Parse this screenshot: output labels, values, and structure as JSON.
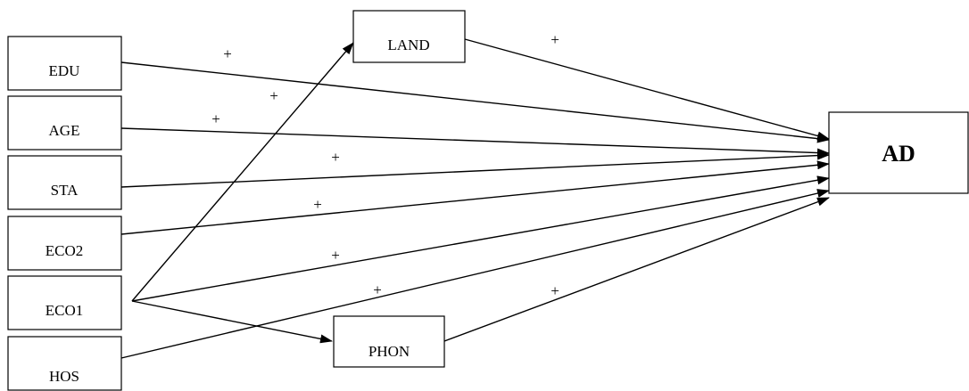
{
  "diagram": {
    "colors": {
      "line": "#000000",
      "box_fill": "#ffffff"
    },
    "nodes": {
      "edu": "EDU",
      "age": "AGE",
      "sta": "STA",
      "eco2": "ECO2",
      "eco1": "ECO1",
      "hos": "HOS",
      "land": "LAND",
      "phon": "PHON",
      "ad": "AD"
    },
    "edges": [
      {
        "from": "EDU",
        "to": "AD",
        "sign": "+"
      },
      {
        "from": "AGE",
        "to": "AD",
        "sign": "+"
      },
      {
        "from": "STA",
        "to": "AD",
        "sign": "+"
      },
      {
        "from": "ECO2",
        "to": "AD",
        "sign": "+"
      },
      {
        "from": "ECO1",
        "to": "AD",
        "sign": "+"
      },
      {
        "from": "ECO1",
        "to": "LAND",
        "sign": "+"
      },
      {
        "from": "ECO1",
        "to": "PHON",
        "sign": ""
      },
      {
        "from": "HOS",
        "to": "AD",
        "sign": "+"
      },
      {
        "from": "LAND",
        "to": "AD",
        "sign": "+"
      },
      {
        "from": "PHON",
        "to": "AD",
        "sign": "+"
      }
    ]
  }
}
